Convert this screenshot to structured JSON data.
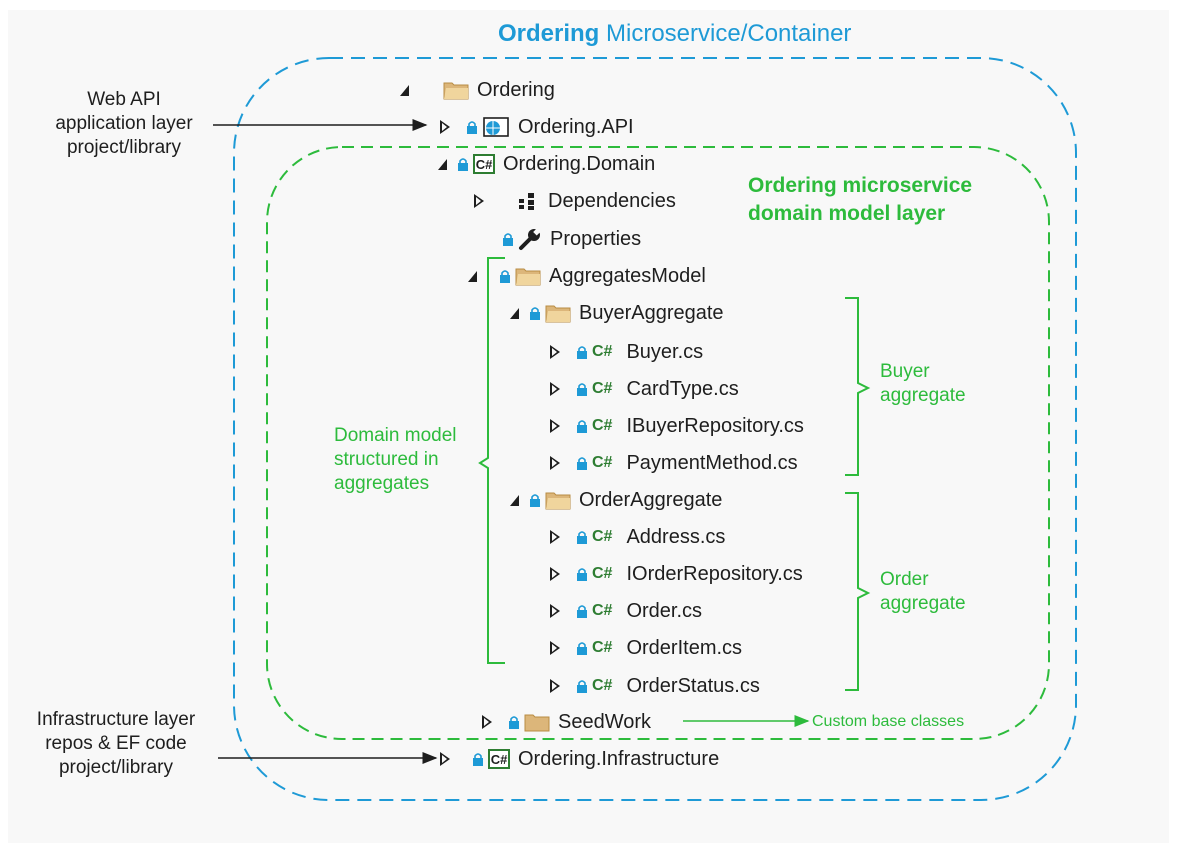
{
  "header": {
    "title_bold": "Ordering",
    "title_rest": " Microservice/Container"
  },
  "domain_layer_label": [
    "Ordering microservice",
    "domain model layer"
  ],
  "left_notes": {
    "web_api": [
      "Web API",
      "application layer",
      "project/library"
    ],
    "infrastructure": [
      "Infrastructure layer",
      "repos & EF code",
      "project/library"
    ]
  },
  "green_notes": {
    "domain_model": [
      "Domain model",
      "structured in",
      "aggregates"
    ],
    "buyer_aggregate": [
      "Buyer",
      "aggregate"
    ],
    "order_aggregate": [
      "Order",
      "aggregate"
    ],
    "custom_base": "Custom base classes"
  },
  "tree": {
    "ordering": "Ordering",
    "ordering_api": "Ordering.API",
    "ordering_domain": "Ordering.Domain",
    "dependencies": "Dependencies",
    "properties": "Properties",
    "aggregates_model": "AggregatesModel",
    "buyer_aggregate": "BuyerAggregate",
    "buyer_files": [
      "Buyer.cs",
      "CardType.cs",
      "IBuyerRepository.cs",
      "PaymentMethod.cs"
    ],
    "order_aggregate": "OrderAggregate",
    "order_files": [
      "Address.cs",
      "IOrderRepository.cs",
      "Order.cs",
      "OrderItem.cs",
      "OrderStatus.cs"
    ],
    "seedwork": "SeedWork",
    "ordering_infrastructure": "Ordering.Infrastructure"
  },
  "icons": {
    "cs_label": "C#",
    "cs_file_label": "C#"
  },
  "colors": {
    "blue": "#1e9ad6",
    "green": "#2dbb3c",
    "folder": "#dcb67a"
  }
}
